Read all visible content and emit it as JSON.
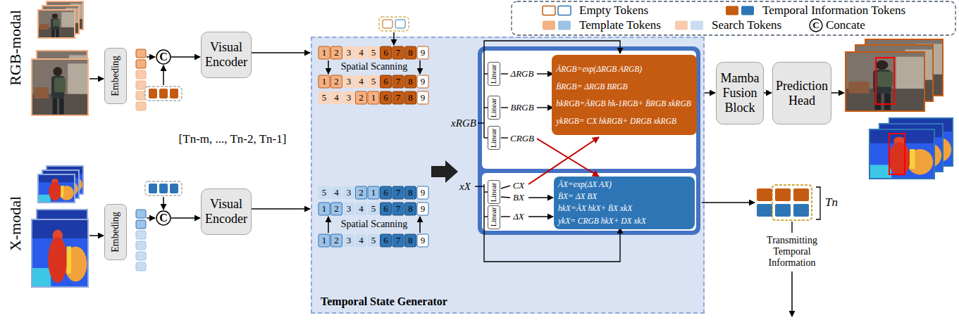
{
  "diagram": {
    "nodes": [
      {
        "text": [
          "Embeding"
        ]
      },
      {
        "text": [
          "C"
        ]
      },
      {
        "text": [
          "Visual Encoder"
        ]
      },
      {
        "text": [
          "Embeding"
        ]
      },
      {
        "text": [
          "C"
        ]
      },
      {
        "text": [
          "Visual Encoder"
        ]
      },
      {
        "text": [
          "Temporal State Generator"
        ]
      },
      {
        "text": [
          "Linear"
        ],
        "in": 6
      },
      {
        "text": [
          "Linear"
        ],
        "in": 6
      },
      {
        "text": [
          "Linear"
        ],
        "in": 6
      },
      {
        "text": [
          "ĀRGB=exp(ΔRGB ARGB)",
          "B̄RGB= ΔRGB BRGB",
          "hkRGB=ĀRGB hk-1RGB+ B̄RGB xkRGB",
          "ykRGB= CX hkRGB+ DRGB xkRGB"
        ],
        "in": 6
      },
      {
        "text": [
          "Linear"
        ],
        "in": 6
      },
      {
        "text": [
          "Linear"
        ],
        "in": 6
      },
      {
        "text": [
          "ĀX=exp(ΔX AX)",
          "B̄X= ΔX BX",
          "hkX=ĀX hkX+ B̄X xkX",
          "ykX= CRGB hkX+ DX xkX"
        ],
        "in": 6
      },
      {
        "text": [
          "Mamba Fusion Block"
        ]
      },
      {
        "text": [
          "Prediction Head"
        ]
      }
    ],
    "edges": [
      {
        "from": 1,
        "to": 2,
        "arrow": "to"
      },
      {
        "from": 4,
        "to": 5,
        "arrow": "to"
      },
      {
        "from": 2,
        "to": 6,
        "arrow": "to"
      },
      {
        "from": 5,
        "to": 6,
        "arrow": "to"
      },
      {
        "from": 6,
        "to": 14,
        "arrow": "to"
      },
      {
        "from": 14,
        "to": 15,
        "arrow": "to"
      }
    ],
    "labels": [
      "RGB-modal",
      "X-modal",
      "[Tn-m, ..., Tn-2, Tn-1]",
      "Spatial Scanning",
      "Spatial Scanning",
      "xRGB",
      "xX",
      "ΔRGB",
      "BRGB",
      "CRGB",
      "CX",
      "BX",
      "ΔX",
      "Tn",
      "Transmitting Temporal Information",
      "C",
      "1",
      "2",
      "3",
      "4",
      "5",
      "6",
      "7",
      "8",
      "9",
      "1",
      "2",
      "3",
      "4",
      "5",
      "6",
      "7",
      "8",
      "9",
      "5",
      "4",
      "3",
      "2",
      "1",
      "6",
      "7",
      "8",
      "9",
      "5",
      "4",
      "3",
      "2",
      "1",
      "6",
      "7",
      "8",
      "9",
      "1",
      "2",
      "3",
      "4",
      "5",
      "6",
      "7",
      "8",
      "9",
      "1",
      "2",
      "3",
      "4",
      "5",
      "6",
      "7",
      "8",
      "9"
    ],
    "legend": [
      {
        "text": "Empty Tokens"
      },
      {
        "text": "Temporal Information Tokens",
        "color": "#c55a11"
      },
      {
        "text": "Template Tokens",
        "color": "#f4b183"
      },
      {
        "text": "Search Tokens",
        "color": "#f8cbad"
      },
      {
        "text": "Concate"
      }
    ]
  }
}
